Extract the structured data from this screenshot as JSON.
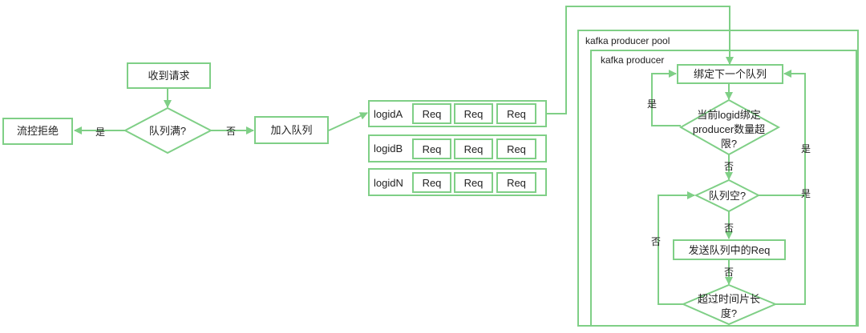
{
  "colors": {
    "stroke": "#7fcf86",
    "fill": "#ffffff",
    "text": "#222222"
  },
  "nodes": {
    "receive_request": "收到请求",
    "queue_full": "队列满?",
    "rate_limit_reject": "流控拒绝",
    "add_to_queue": "加入队列",
    "queue_a_label": "logidA",
    "queue_b_label": "logidB",
    "queue_n_label": "logidN",
    "req_label": "Req",
    "bind_next_queue": "绑定下一个队列",
    "binding_exceeded_line1": "当前logid绑定",
    "binding_exceeded_line2": "producer数量超",
    "binding_exceeded_line3": "限?",
    "queue_empty": "队列空?",
    "send_req": "发送队列中的Req",
    "timeslice_line1": "超过时间片长",
    "timeslice_line2": "度?"
  },
  "containers": {
    "producer_pool": "kafka producer pool",
    "producer": "kafka producer"
  },
  "edge_labels": {
    "yes": "是",
    "no": "否"
  }
}
